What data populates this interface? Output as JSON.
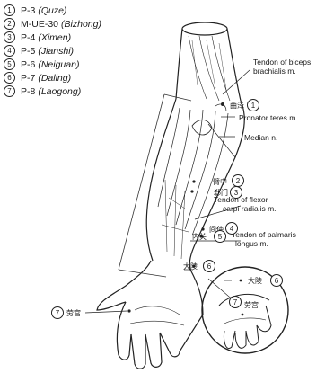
{
  "legend": [
    {
      "num": "1",
      "code": "P-3",
      "name": "(Quze)"
    },
    {
      "num": "2",
      "code": "M-UE-30",
      "name": "(Bizhong)"
    },
    {
      "num": "3",
      "code": "P-4",
      "name": "(Ximen)"
    },
    {
      "num": "4",
      "code": "P-5",
      "name": "(Jianshi)"
    },
    {
      "num": "5",
      "code": "P-6",
      "name": "(Neiguan)"
    },
    {
      "num": "6",
      "code": "P-7",
      "name": "(Daling)"
    },
    {
      "num": "7",
      "code": "P-8",
      "name": "(Laogong)"
    }
  ],
  "annotations": {
    "biceps_1": "Tendon of biceps",
    "biceps_2": "brachialis m.",
    "pronator": "Pronator teres m.",
    "median": "Median n.",
    "flexor_1": "Tendon of flexor",
    "flexor_2": "carpi radialis m.",
    "palmaris_1": "Tendon of palmaris",
    "palmaris_2": "longus m."
  },
  "point_labels": {
    "quze": "曲泽",
    "bizhong": "臂中",
    "ximen": "郄门",
    "jianshi": "间使",
    "neiguan": "内关",
    "daling": "大陵",
    "laogong_palm": "劳宫",
    "daling_inset": "大陵",
    "laogong_inset": "劳宫"
  },
  "markers": {
    "quze": "1",
    "bizhong": "2",
    "ximen": "3",
    "jianshi": "4",
    "neiguan": "5",
    "daling": "6",
    "laogong_palm": "7",
    "daling_inset": "6",
    "laogong_inset": "7"
  }
}
